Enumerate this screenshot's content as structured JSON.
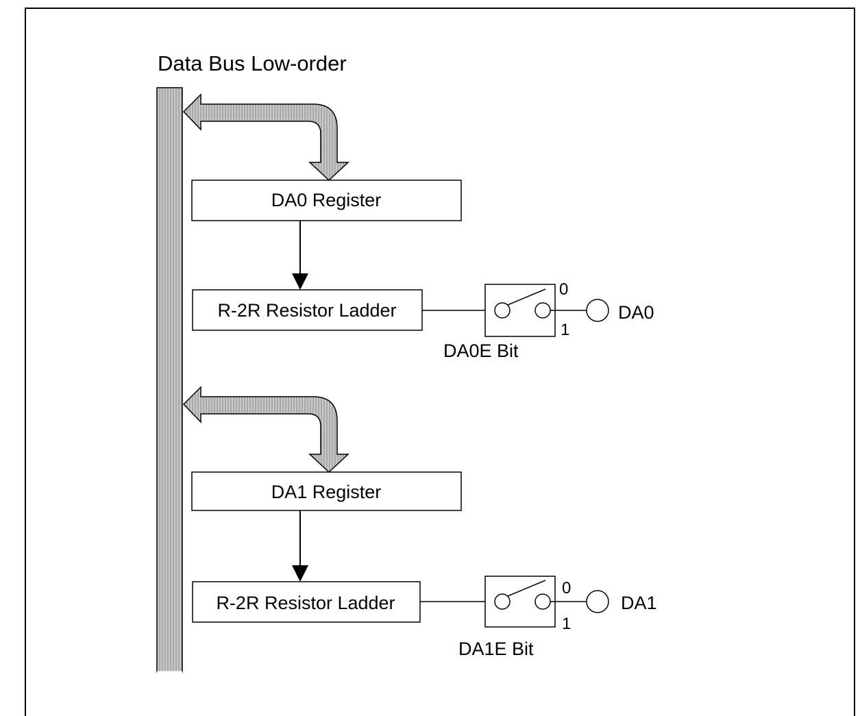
{
  "diagram": {
    "title": "Data Bus Low-order",
    "channels": [
      {
        "register_label": "DA0 Register",
        "ladder_label": "R-2R Resistor Ladder",
        "switch_bit_label": "DA0E Bit",
        "switch_state_0": "0",
        "switch_state_1": "1",
        "output_pin_label": "DA0"
      },
      {
        "register_label": "DA1 Register",
        "ladder_label": "R-2R Resistor Ladder",
        "switch_bit_label": "DA1E Bit",
        "switch_state_0": "0",
        "switch_state_1": "1",
        "output_pin_label": "DA1"
      }
    ]
  },
  "colors": {
    "bus_fill": "#b4b4b4",
    "line": "#000000",
    "background": "#ffffff"
  }
}
